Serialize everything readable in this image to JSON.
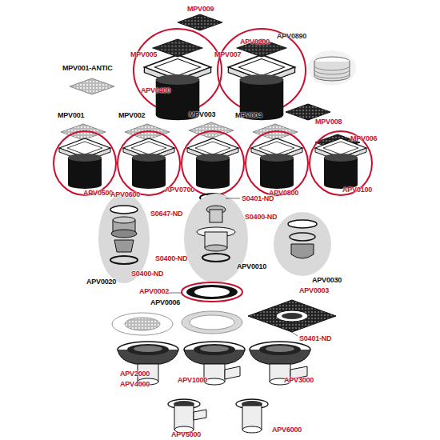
{
  "diagram": {
    "labels": [
      "MPV009",
      "MPV001-ANTIC",
      "MPV005",
      "MPV007",
      "APV0200",
      "APV0890",
      "APV0400",
      "MPV001",
      "MPV002",
      "MPV003",
      "MPV004",
      "MPV008",
      "MPV006",
      "APV0500",
      "APV0600",
      "APV0700",
      "APV0800",
      "APV0100",
      "S0401-ND",
      "S0647-ND",
      "S0400-ND",
      "S0400-ND",
      "APV0020",
      "APV0010",
      "S0400-ND",
      "APV0030",
      "APV0002",
      "APV0003",
      "APV0006",
      "S0401-ND",
      "APV2000",
      "APV4000",
      "APV1000",
      "APV3000",
      "APV5000",
      "APV6000"
    ]
  }
}
